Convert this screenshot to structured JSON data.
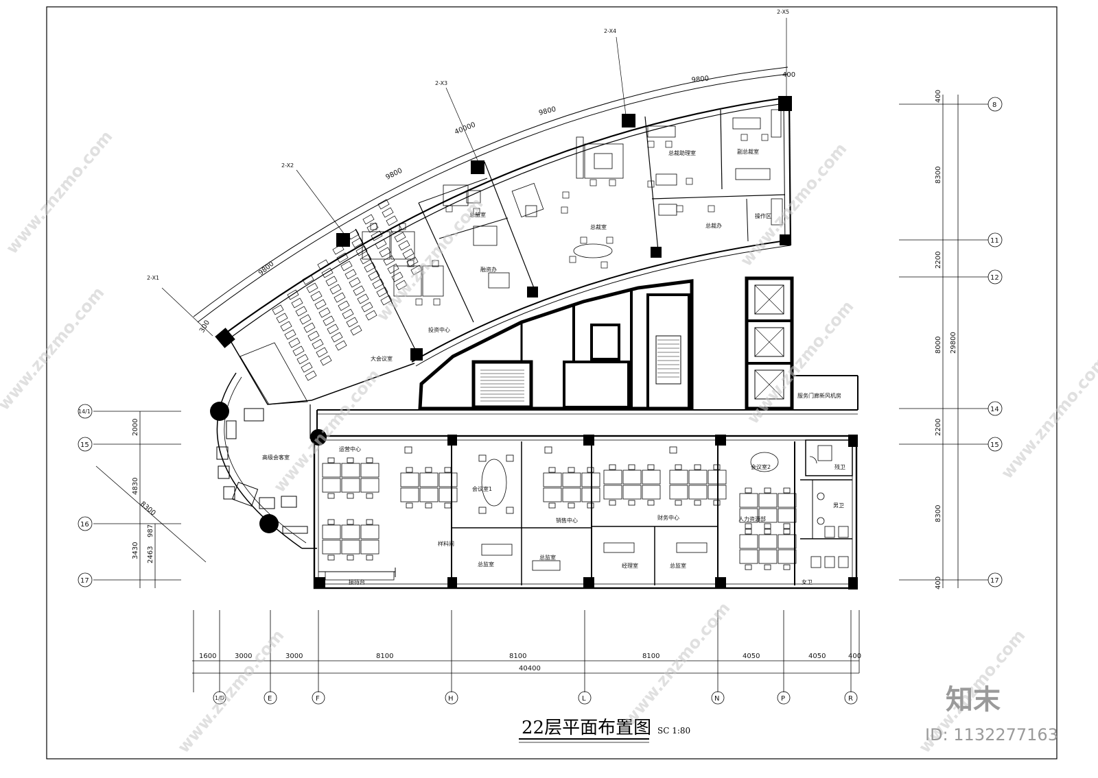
{
  "drawing": {
    "title": "22层平面布置图",
    "scale": "SC 1:80"
  },
  "watermark": {
    "site": "www.znzmo.com",
    "brand": "知末",
    "id": "ID: 1132277163"
  },
  "top_dimensions": [
    "9800",
    "9800",
    "9800",
    "9800",
    "40000",
    "400",
    "300"
  ],
  "arc_axes": [
    "2-X1",
    "2-X2",
    "2-X3",
    "2-X4",
    "2-X5"
  ],
  "right_dimensions": [
    "400",
    "8300",
    "2200",
    "8000",
    "29800",
    "2200",
    "8300",
    "400"
  ],
  "right_axes": [
    "8",
    "11",
    "12",
    "14",
    "15",
    "17"
  ],
  "left_dimensions": [
    "2000",
    "4830",
    "8300",
    "987",
    "3430",
    "2463"
  ],
  "left_axes": [
    "14/1",
    "15",
    "16",
    "17"
  ],
  "bottom_dimensions": [
    "1600",
    "3000",
    "3000",
    "8100",
    "8100",
    "8100",
    "4050",
    "4050",
    "400"
  ],
  "bottom_total": "40400",
  "bottom_axes": [
    "1/D",
    "E",
    "F",
    "H",
    "L",
    "N",
    "P",
    "R"
  ],
  "rooms": [
    {
      "id": "r-big-meeting",
      "label": "大会议室"
    },
    {
      "id": "r-invest",
      "label": "投资中心"
    },
    {
      "id": "r-director1",
      "label": "总监室"
    },
    {
      "id": "r-office",
      "label": "融资办"
    },
    {
      "id": "r-ceo",
      "label": "总裁室"
    },
    {
      "id": "r-assistant",
      "label": "总裁助理室"
    },
    {
      "id": "r-vp",
      "label": "副总裁室"
    },
    {
      "id": "r-ceo-office",
      "label": "总裁办"
    },
    {
      "id": "r-operation",
      "label": "操作区"
    },
    {
      "id": "r-service",
      "label": "服务门廊新风机房"
    },
    {
      "id": "r-vip",
      "label": "高级会客室"
    },
    {
      "id": "r-ops",
      "label": "运营中心"
    },
    {
      "id": "r-meeting1",
      "label": "会议室1"
    },
    {
      "id": "r-sales",
      "label": "销售中心"
    },
    {
      "id": "r-finance",
      "label": "财务中心"
    },
    {
      "id": "r-meeting2",
      "label": "会议室2"
    },
    {
      "id": "r-hr",
      "label": "人力资源部"
    },
    {
      "id": "r-disabled-wc",
      "label": "残卫"
    },
    {
      "id": "r-male-wc",
      "label": "男卫"
    },
    {
      "id": "r-female-wc",
      "label": "女卫"
    },
    {
      "id": "r-material",
      "label": "样料间"
    },
    {
      "id": "r-director2",
      "label": "总监室"
    },
    {
      "id": "r-director3",
      "label": "总监室"
    },
    {
      "id": "r-manager",
      "label": "经理室"
    },
    {
      "id": "r-director4",
      "label": "总监室"
    },
    {
      "id": "r-reception",
      "label": "接待台"
    }
  ]
}
